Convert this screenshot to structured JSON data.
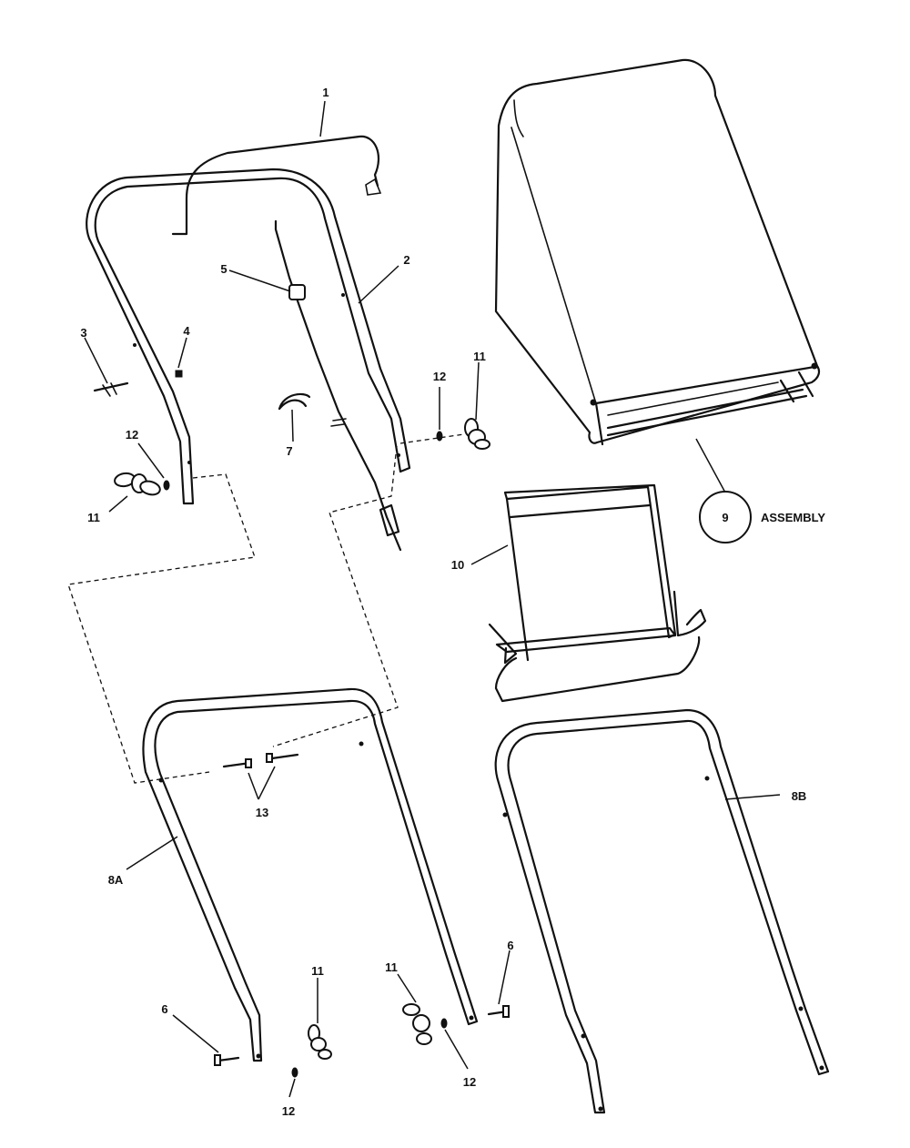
{
  "callouts": {
    "c1": "1",
    "c2": "2",
    "c3": "3",
    "c4": "4",
    "c5": "5",
    "c6a": "6",
    "c6b": "6",
    "c7": "7",
    "c8a": "8A",
    "c8b": "8B",
    "c9": "9",
    "c10": "10",
    "c11a": "11",
    "c11b": "11",
    "c11c": "11",
    "c11d": "11",
    "c12a": "12",
    "c12b": "12",
    "c12c": "12",
    "c12d": "12",
    "c13": "13"
  },
  "assembly_label": "ASSEMBLY"
}
